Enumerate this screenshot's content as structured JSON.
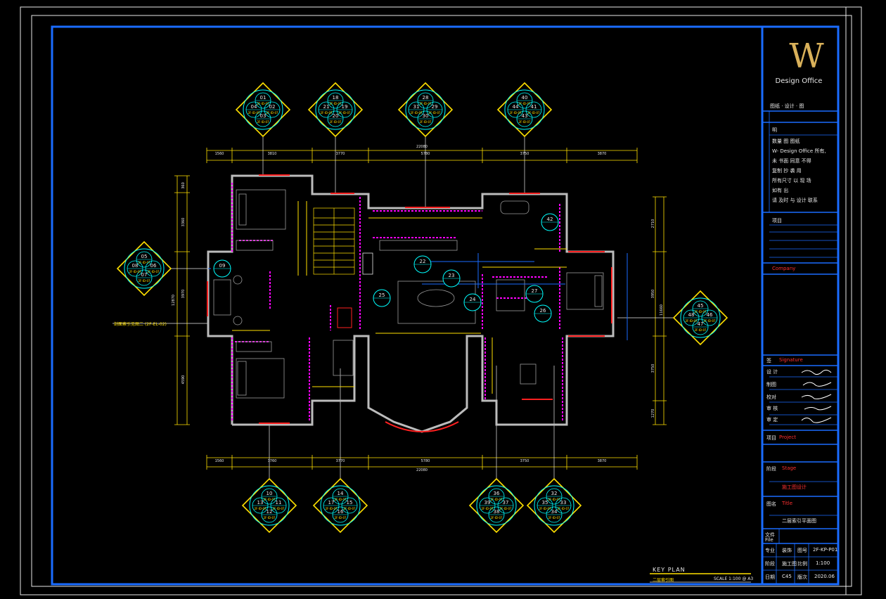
{
  "title_block": {
    "logo_letter": "W",
    "logo_sub": "Design Office",
    "header_row": "图纸 · 设计 · 图",
    "notes_title": "明",
    "notes": [
      "数量  图 图纸",
      "W- Design Office 所有,",
      "未 书面 同意 不得",
      "复制 抄 袭 用",
      "所有尺寸 以 现 场",
      "如有 出  ",
      "请 及时 与 设计 联系"
    ],
    "client_label": "项目",
    "client_name": "Company",
    "signature_title": "签",
    "signature_sub": "Signature",
    "sig_rows": [
      "设 计",
      "制图",
      "校对",
      "审 核",
      "审 定"
    ],
    "project_label": "项目",
    "project_en": "Project",
    "stage_label": "阶段",
    "stage_en": "Stage",
    "stage_name": "施工图设计",
    "drawing_label": "图名",
    "drawing_en": "Title",
    "drawing_name": "二层索引平面图",
    "file_label": "文件",
    "file_en": "File",
    "grid": [
      [
        "专业",
        "装饰",
        "图号",
        "2F-KP-P01"
      ],
      [
        "阶段",
        "施工图",
        "比例",
        "1:100"
      ],
      [
        "日期",
        "C45",
        "版次",
        "2020.06"
      ]
    ]
  },
  "key_plan": {
    "title": "KEY PLAN",
    "subtitle": "二层索引图",
    "scale": "SCALE 1:100 @ A3"
  },
  "dimensions": {
    "top": [
      "1560",
      "3810",
      "3770",
      "5780",
      "3750",
      "3870"
    ],
    "top_total": "22080",
    "bottom": [
      "1560",
      "3760",
      "3770",
      "5780",
      "3750",
      "3870"
    ],
    "bottom_total": "22080",
    "left": [
      "360",
      "3360",
      "3970",
      "4590"
    ],
    "left_total": "12870",
    "right": [
      "2710",
      "3950",
      "3750",
      "1270"
    ],
    "right_total": "11660"
  },
  "index_symbols": [
    {
      "id": "sym-top-1",
      "numbers": [
        "01",
        "02",
        "03",
        "04"
      ]
    },
    {
      "id": "sym-top-2",
      "numbers": [
        "18",
        "19",
        "20",
        "21"
      ]
    },
    {
      "id": "sym-top-3",
      "numbers": [
        "28",
        "29",
        "30",
        "31"
      ]
    },
    {
      "id": "sym-top-4",
      "numbers": [
        "40",
        "41",
        "43",
        "44"
      ]
    },
    {
      "id": "sym-left",
      "numbers": [
        "05",
        "06",
        "07",
        "08"
      ]
    },
    {
      "id": "sym-right",
      "numbers": [
        "45",
        "46",
        "47",
        "48"
      ]
    },
    {
      "id": "sym-bot-1",
      "numbers": [
        "10",
        "11",
        "12",
        "13"
      ]
    },
    {
      "id": "sym-bot-2",
      "numbers": [
        "14",
        "15",
        "16",
        "17"
      ]
    },
    {
      "id": "sym-bot-3",
      "numbers": [
        "36",
        "37",
        "38",
        "39"
      ]
    },
    {
      "id": "sym-bot-4",
      "numbers": [
        "32",
        "33",
        "34",
        "35"
      ]
    }
  ],
  "sheet_code": "2F-ID-07",
  "round_markers": [
    "09",
    "22",
    "23",
    "24",
    "25",
    "27",
    "26",
    "42"
  ],
  "side_annotation": "剖面索引见图二 (2F-EL-02)",
  "colors": {
    "frame_blue": "#1a6cff",
    "cad_yellow": "#ffe000",
    "cad_magenta": "#ff00ff",
    "cad_red": "#ff2020",
    "cad_cyan": "#00ffff",
    "cad_white": "#e8e8e8"
  }
}
